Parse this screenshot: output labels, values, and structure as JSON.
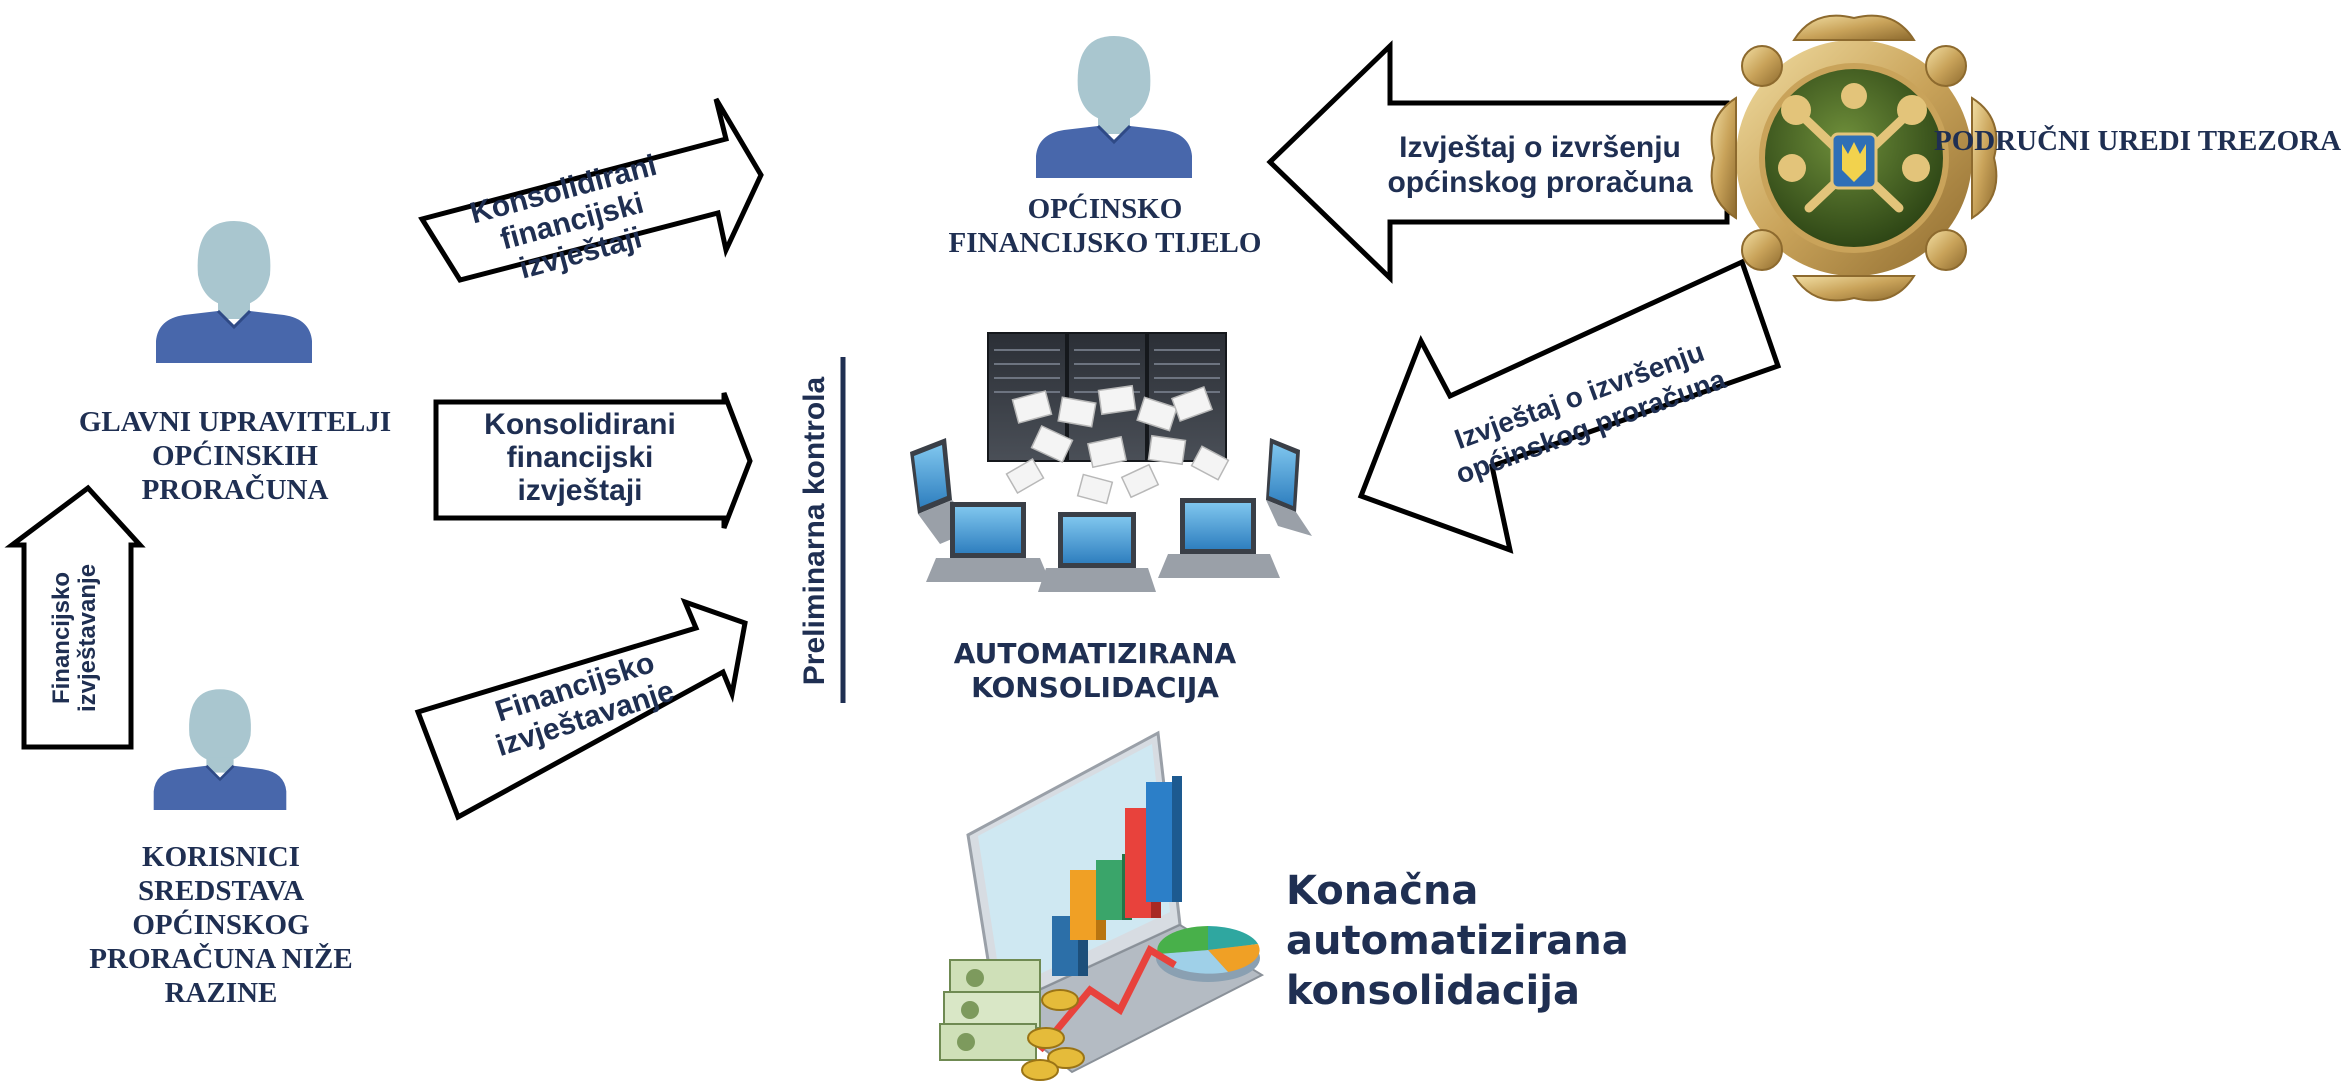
{
  "nodes": {
    "municipal_finance_body": "OPĆINSKO\nFINANCIJSKO TIJELO",
    "main_budget_managers": "GLAVNI UPRAVITELJI\nOPĆINSKIH\nPRORAČUNA",
    "lower_level_users": "KORISNICI\nSREDSTAVA\nOPĆINSKOG\nPRORAČUNA NIŽE\nRAZINE",
    "treasury_offices": "PODRUČNI UREDI TREZORA",
    "automated_consolidation": "AUTOMATIZIRANA\nKONSOLIDACIJA",
    "final_consolidation": "Konačna\nautomatizirana\nkonsolidacija"
  },
  "arrows": {
    "consolidated_reports_top": "Konsolidirani\nfinancijski\nizvještaji",
    "consolidated_reports_middle": "Konsolidirani\nfinancijski\nizvještaji",
    "financial_reporting_diagonal": "Financijsko\nizvještavanje",
    "financial_reporting_vertical": "Financijsko\nizvještavanje",
    "budget_execution_report_top": "Izvještaj o izvršenju\nopćinskog proračuna",
    "budget_execution_report_diagonal": "Izvještaj o izvršenju\nopćinskog proračuna"
  },
  "preliminary_control": "Preliminarna kontrola",
  "colors": {
    "text": "#1f2f52",
    "person_head": "#a9c6cf",
    "person_body": "#4867ab",
    "arrow_stroke": "#000000",
    "seal_green": "#3c5a1e",
    "seal_gold": "#d8b46a"
  }
}
